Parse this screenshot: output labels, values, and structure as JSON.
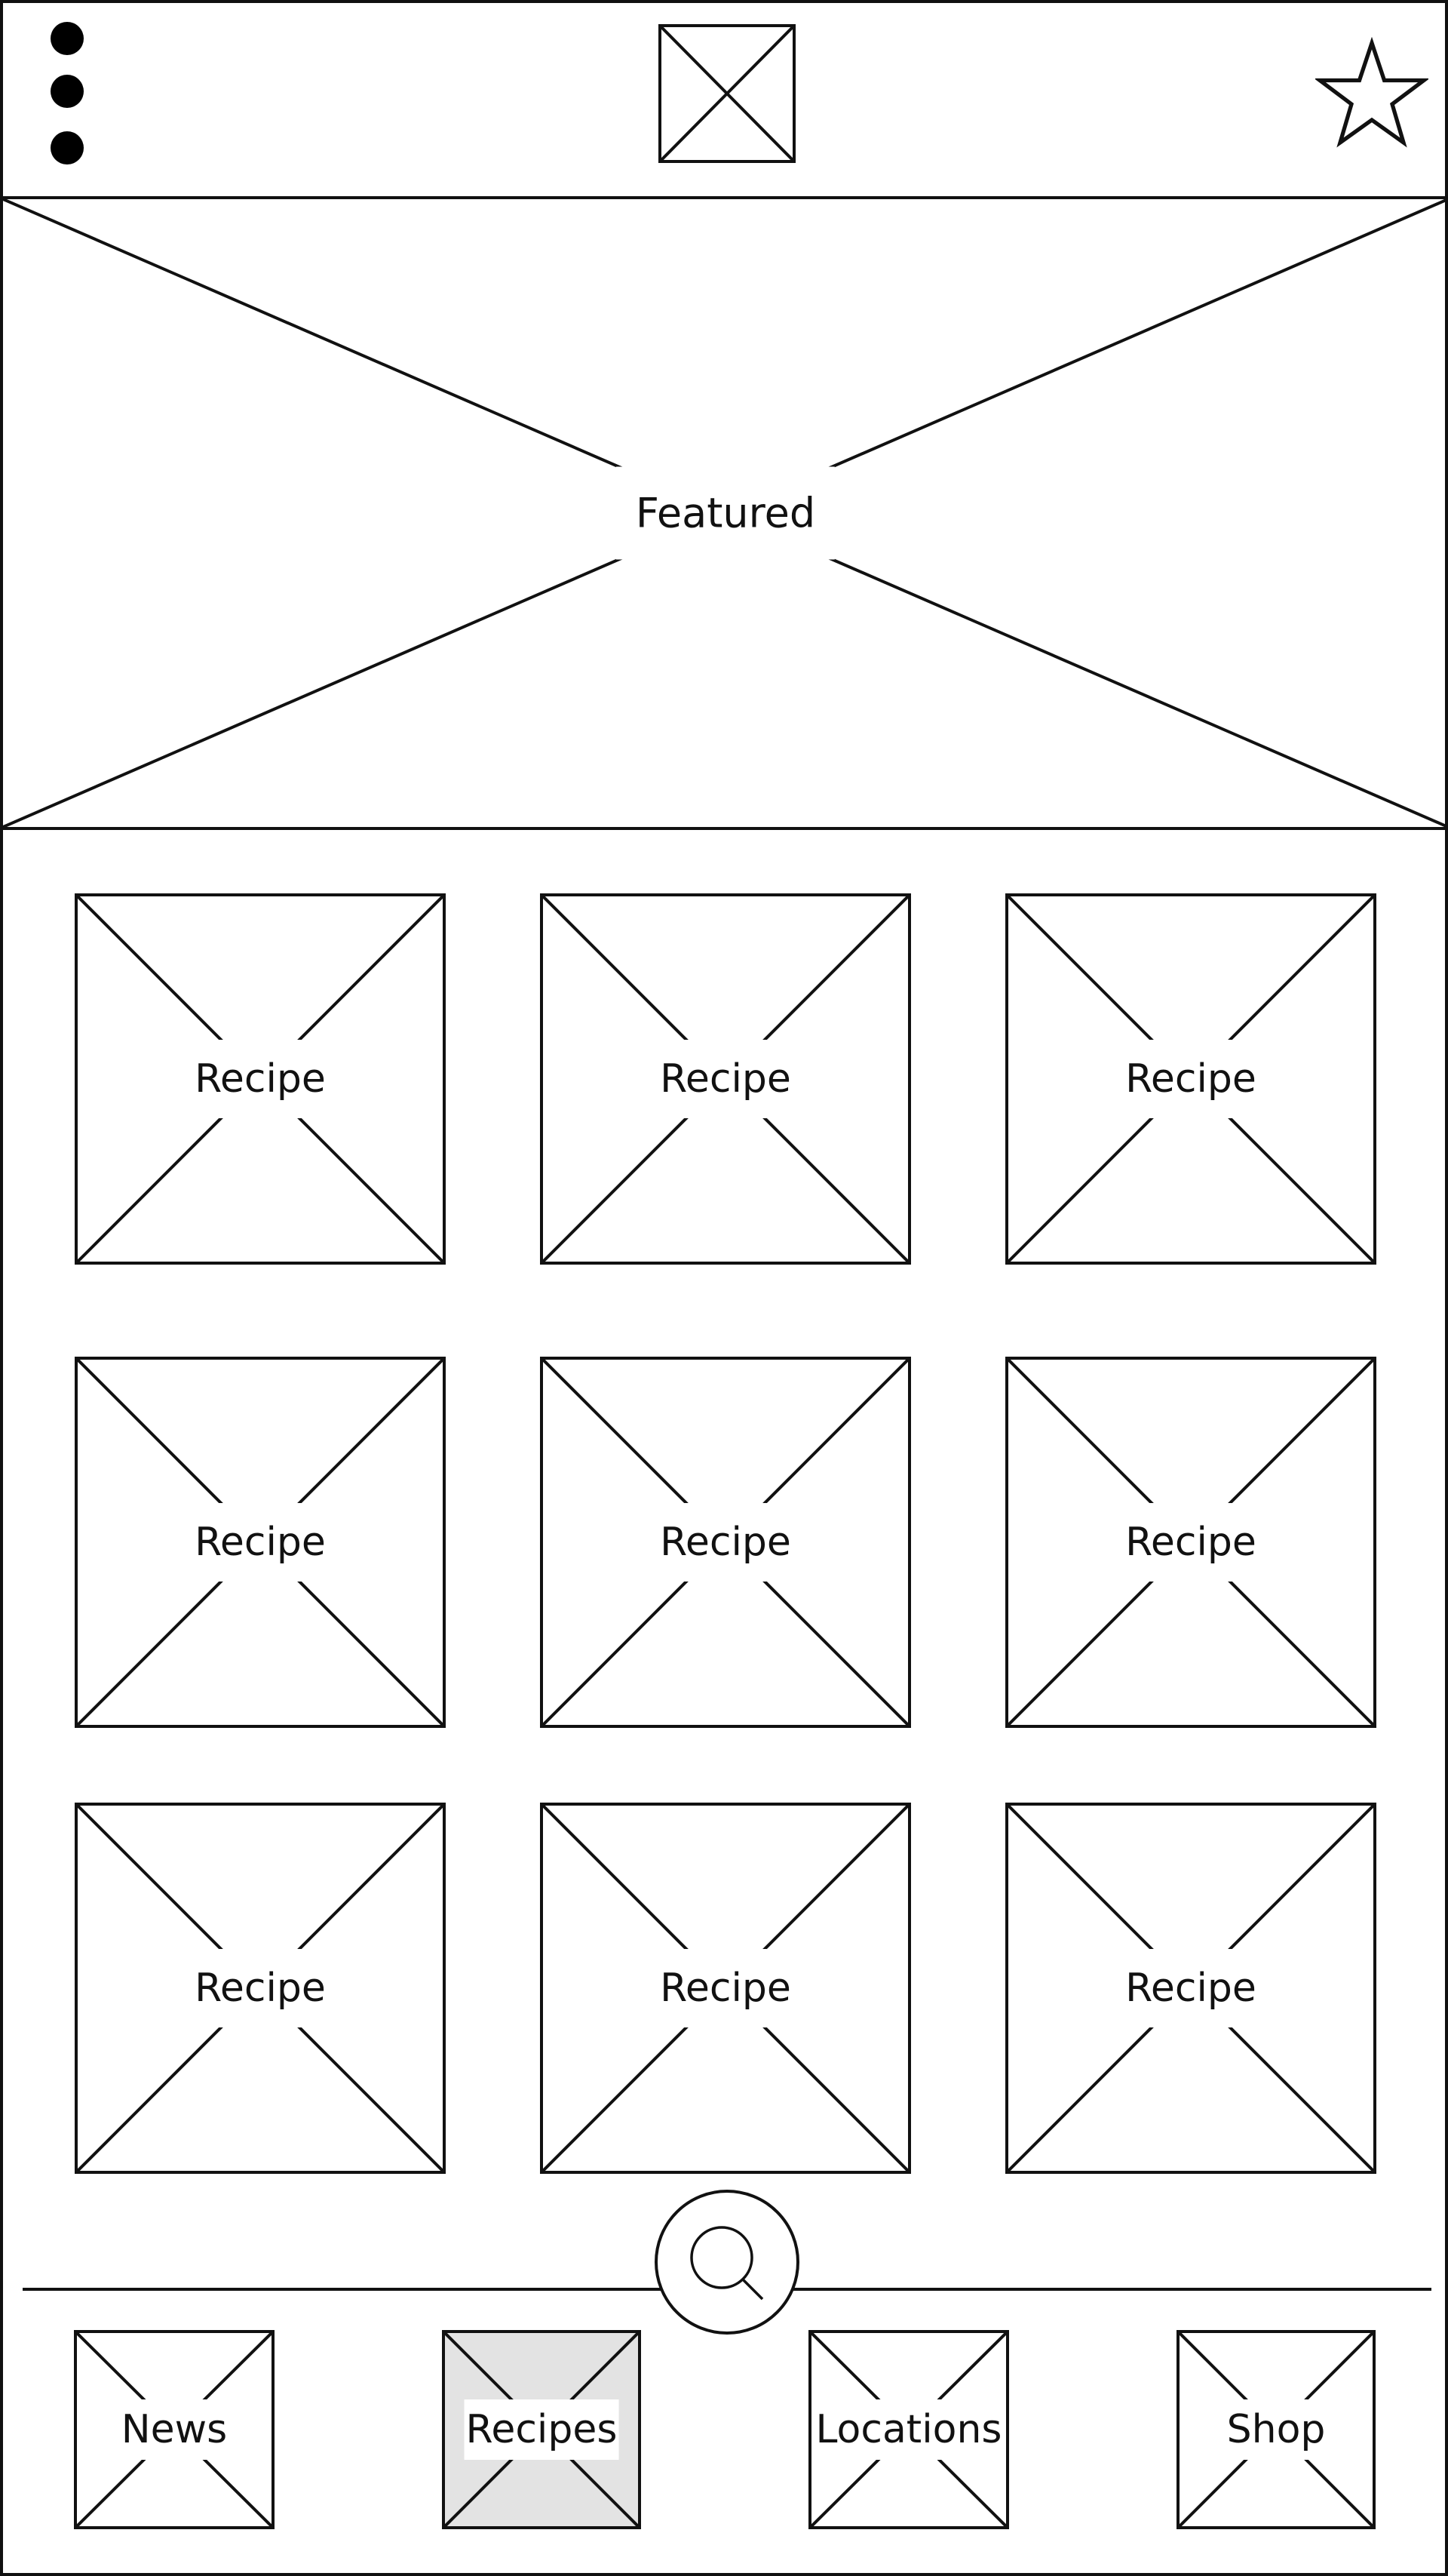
{
  "header": {
    "menu_icon": "kebab-menu-icon",
    "logo_icon": "image-placeholder-icon",
    "favorite_icon": "star-icon"
  },
  "featured": {
    "label": "Featured"
  },
  "recipes": [
    {
      "label": "Recipe"
    },
    {
      "label": "Recipe"
    },
    {
      "label": "Recipe"
    },
    {
      "label": "Recipe"
    },
    {
      "label": "Recipe"
    },
    {
      "label": "Recipe"
    },
    {
      "label": "Recipe"
    },
    {
      "label": "Recipe"
    },
    {
      "label": "Recipe"
    }
  ],
  "search": {
    "icon": "search-icon"
  },
  "bottom_nav": {
    "active": "Recipes",
    "items": [
      {
        "label": "News"
      },
      {
        "label": "Recipes"
      },
      {
        "label": "Locations"
      },
      {
        "label": "Shop"
      }
    ]
  }
}
